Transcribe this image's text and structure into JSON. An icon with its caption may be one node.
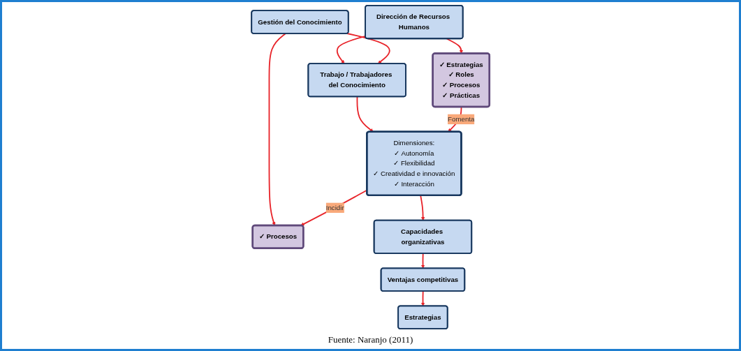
{
  "diagram": {
    "caption": "Fuente: Naranjo (2011)",
    "nodes": [
      {
        "text": [
          "Dirección de Recursos Humanos"
        ]
      },
      {
        "text": [
          "Trabajo / Trabajadores del Conocimiento"
        ]
      },
      {
        "text": [
          "Gestión del Conocimiento"
        ]
      },
      {
        "text": [
          "✓ Estrategias",
          "✓ Roles",
          "✓ Procesos",
          "✓ Prácticas"
        ]
      },
      {
        "text": [
          "Dimensiones:",
          "✓ Autonomía",
          "✓ Flexibilidad",
          "✓ Creatividad e innovación",
          "✓ Interacción"
        ]
      },
      {
        "text": [
          "✓ Procesos"
        ]
      },
      {
        "text": [
          "Capacidades organizativas"
        ]
      },
      {
        "text": [
          "Ventajas competitivas"
        ]
      },
      {
        "text": [
          "Estrategias"
        ]
      }
    ],
    "edges": [
      {
        "from": 0,
        "to": 1,
        "arrow": "to"
      },
      {
        "from": 2,
        "to": 1,
        "arrow": "to"
      },
      {
        "from": 0,
        "to": 3,
        "arrow": "to"
      },
      {
        "from": 1,
        "to": 4,
        "arrow": "to"
      },
      {
        "from": 2,
        "to": 5,
        "arrow": "to"
      },
      {
        "from": 3,
        "to": 4,
        "label": "Fomenta",
        "arrow": "to"
      },
      {
        "from": 4,
        "to": 5,
        "label": "Incidir",
        "arrow": "to"
      },
      {
        "from": 4,
        "to": 6,
        "arrow": "to"
      },
      {
        "from": 6,
        "to": 7,
        "arrow": "to"
      },
      {
        "from": 7,
        "to": 8,
        "arrow": "to"
      }
    ]
  }
}
